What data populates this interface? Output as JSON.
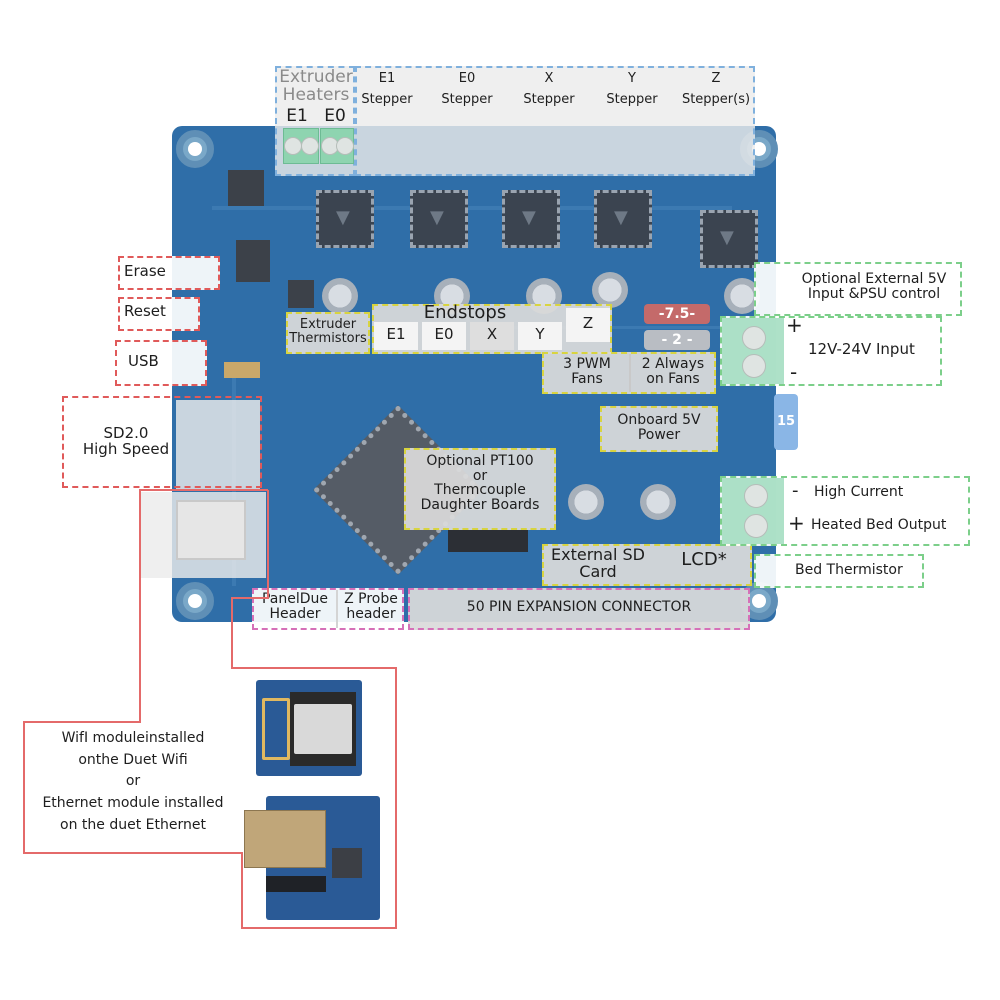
{
  "diagram": {
    "title": "Duet WiFi / Ethernet board connector map",
    "top": {
      "extruder_heaters": {
        "line1": "Extruder",
        "line2": "Heaters",
        "e1": "E1",
        "e0": "E0"
      },
      "steppers": [
        {
          "top": "E1",
          "bottom": "Stepper"
        },
        {
          "top": "E0",
          "bottom": "Stepper"
        },
        {
          "top": "X",
          "bottom": "Stepper"
        },
        {
          "top": "Y",
          "bottom": "Stepper"
        },
        {
          "top": "Z",
          "bottom": "Stepper(s)"
        }
      ]
    },
    "left": {
      "erase": "Erase",
      "reset": "Reset",
      "usb": "USB",
      "sd_line1": "SD2.0",
      "sd_line2": "High Speed"
    },
    "center": {
      "extruder_thermistors_line1": "Extruder",
      "extruder_thermistors_line2": "Thermistors",
      "endstops_title": "Endstops",
      "endstops": [
        "E1",
        "E0",
        "X",
        "Y",
        "Z"
      ],
      "pwm_fans_line1": "3 PWM",
      "pwm_fans_line2": "Fans",
      "always_on_fans_line1": "2 Always",
      "always_on_fans_line2": "on Fans",
      "onboard_5v_line1": "Onboard 5V",
      "onboard_5v_line2": "Power",
      "daughter_line1": "Optional  PT100",
      "daughter_line2": "or",
      "daughter_line3": "Thermcouple",
      "daughter_line4": "Daughter Boards",
      "ext_sd_line1": "External SD",
      "ext_sd_line2": "Card",
      "lcd": "LCD*",
      "paneldue_line1": "PanelDue",
      "paneldue_line2": "Header",
      "zprobe_line1": "Z Probe",
      "zprobe_line2": "header",
      "expansion": "50 PIN EXPANSION CONNECTOR"
    },
    "right": {
      "ext5v_line1": "Optional External 5V",
      "ext5v_line2": "Input &PSU control",
      "vin_plus": "+",
      "vin_minus": "-",
      "vin_label": "12V-24V Input",
      "bed_minus": "-",
      "bed_plus": "+",
      "bed_line1": "High Current",
      "bed_line2": "Heated Bed Output",
      "bed_thermistor": "Bed Thermistor"
    },
    "fuses": {
      "f1": "-7.5-",
      "f2": "- 2 -",
      "f3": "15"
    },
    "bottom": {
      "module_line1": "WifI moduleinstalled",
      "module_line2": "onthe Duet Wifi",
      "module_line3": "or",
      "module_line4": "Ethernet module  installed",
      "module_line5": "on the  duet Ethernet"
    },
    "colors": {
      "board": "#2f6ea8",
      "red_callout": "#e05a5a",
      "blue_callout": "#7fb0dd",
      "green_callout": "#7ccf8a",
      "yellow_callout": "#d8d440",
      "pink_callout": "#d670b8"
    }
  }
}
